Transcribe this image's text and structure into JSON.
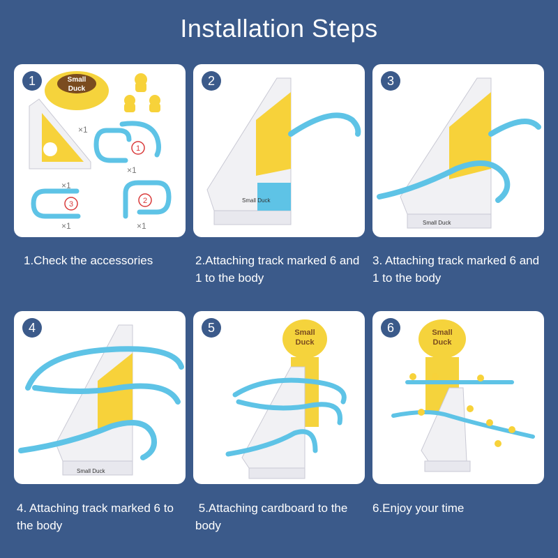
{
  "page_title": "Installation Steps",
  "brand": {
    "line1": "Small",
    "line2": "Duck",
    "label": "Small Duck"
  },
  "accessories": {
    "qty_stairs": "×1",
    "qty_track1": "×1",
    "qty_track2": "×1",
    "qty_track3": "×1",
    "qty_track2b": "×1",
    "track1_mark": "1",
    "track2_mark": "2",
    "track3_mark": "3"
  },
  "steps": [
    {
      "number": "1",
      "caption": "1.Check the accessories"
    },
    {
      "number": "2",
      "caption": "2.Attaching track marked 6 and 1 to the body"
    },
    {
      "number": "3",
      "caption": "3. Attaching track marked 6 and 1 to the body"
    },
    {
      "number": "4",
      "caption": "4. Attaching track marked 6 to the body"
    },
    {
      "number": "5",
      "caption": " 5.Attaching cardboard to the body"
    },
    {
      "number": "6",
      "caption": "6.Enjoy your time"
    }
  ],
  "colors": {
    "background": "#3b5a8a",
    "track": "#5ec3e6",
    "duck_yellow": "#f7d23a",
    "body_white": "#f1f1f4"
  }
}
